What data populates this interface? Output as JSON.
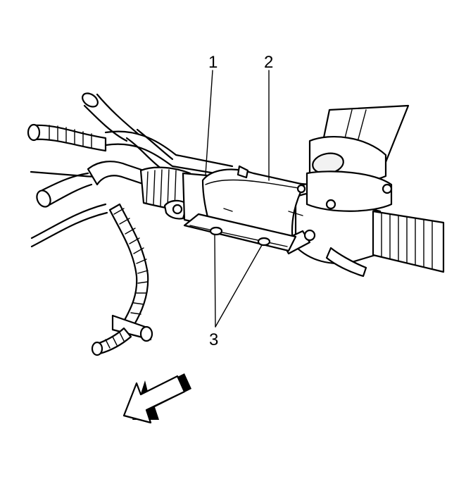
{
  "callouts": [
    {
      "label": "1"
    },
    {
      "label": "2"
    },
    {
      "label": "3"
    }
  ],
  "icons": {
    "front_arrow": "front-direction-arrow-icon"
  }
}
